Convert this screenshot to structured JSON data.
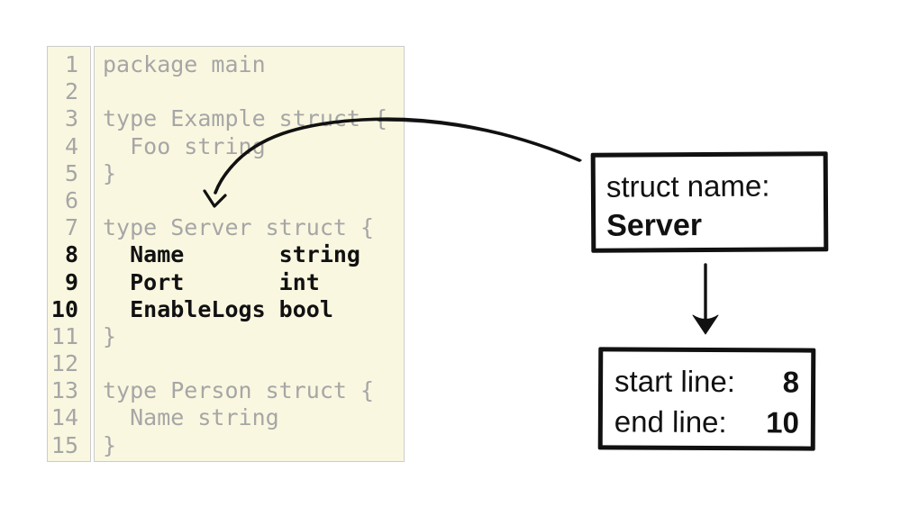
{
  "colors": {
    "panel_bg": "#FAF7E0",
    "panel_border": "#CCCCCC",
    "muted_code": "#A6A6A6",
    "highlight_code": "#111111",
    "box_border": "#111111",
    "arrow": "#111111"
  },
  "code_panel": {
    "language": "go",
    "lines": [
      {
        "num": "1",
        "text": "package main",
        "highlight": false
      },
      {
        "num": "2",
        "text": "",
        "highlight": false
      },
      {
        "num": "3",
        "text": "type Example struct {",
        "highlight": false
      },
      {
        "num": "4",
        "text": "  Foo string",
        "highlight": false
      },
      {
        "num": "5",
        "text": "}",
        "highlight": false
      },
      {
        "num": "6",
        "text": "",
        "highlight": false
      },
      {
        "num": "7",
        "text": "type Server struct {",
        "highlight": false
      },
      {
        "num": "8",
        "text": "  Name       string",
        "highlight": true
      },
      {
        "num": "9",
        "text": "  Port       int",
        "highlight": true
      },
      {
        "num": "10",
        "text": "  EnableLogs bool",
        "highlight": true
      },
      {
        "num": "11",
        "text": "}",
        "highlight": false
      },
      {
        "num": "12",
        "text": "",
        "highlight": false
      },
      {
        "num": "13",
        "text": "type Person struct {",
        "highlight": false
      },
      {
        "num": "14",
        "text": "  Name string",
        "highlight": false
      },
      {
        "num": "15",
        "text": "}",
        "highlight": false
      }
    ]
  },
  "annotations": {
    "struct_box": {
      "label": "struct name:",
      "value": "Server"
    },
    "range_box": {
      "rows": [
        {
          "label": "start line:",
          "value": "8"
        },
        {
          "label": "end line:",
          "value": "10"
        }
      ]
    }
  },
  "icons": {
    "curved_arrow": "hand-drawn arrow from struct-name box to line 7 of code",
    "down_arrow": "hand-drawn arrow from struct-name box to line-range box"
  }
}
